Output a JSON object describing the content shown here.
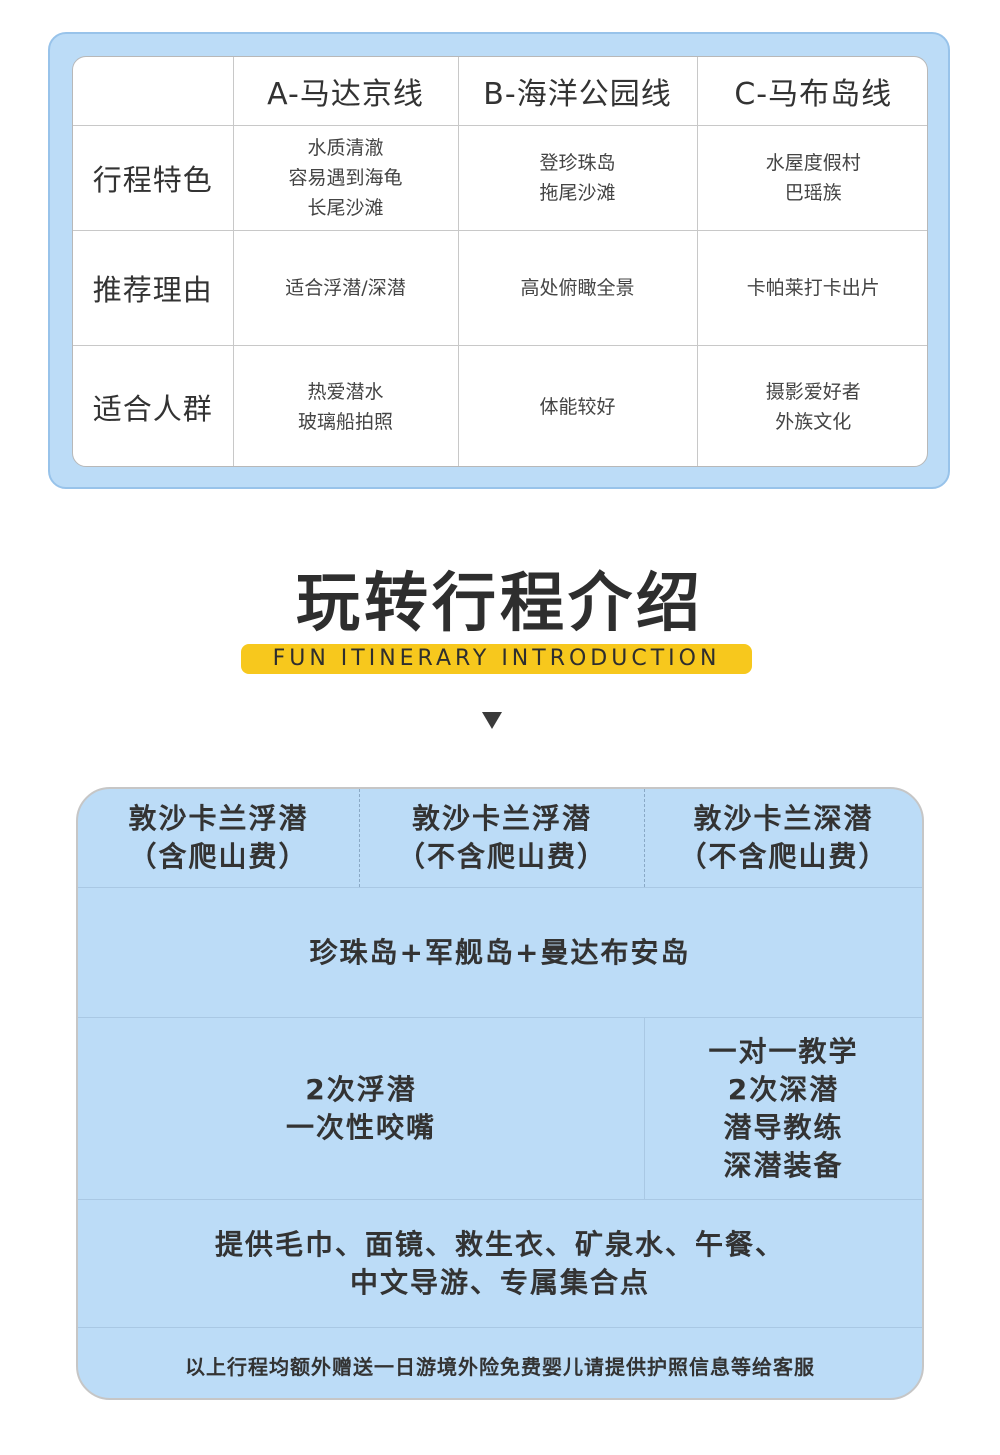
{
  "comparison": {
    "columns": [
      "",
      "A-马达京线",
      "B-海洋公园线",
      "C-马布岛线"
    ],
    "rows": [
      {
        "label": "行程特色",
        "cells": [
          [
            "水质清澈",
            "容易遇到海龟",
            "长尾沙滩"
          ],
          [
            "登珍珠岛",
            "拖尾沙滩"
          ],
          [
            "水屋度假村",
            "巴瑶族"
          ]
        ]
      },
      {
        "label": "推荐理由",
        "cells": [
          [
            "适合浮潜/深潜"
          ],
          [
            "高处俯瞰全景"
          ],
          [
            "卡帕莱打卡出片"
          ]
        ]
      },
      {
        "label": "适合人群",
        "cells": [
          [
            "热爱潜水",
            "玻璃船拍照"
          ],
          [
            "体能较好"
          ],
          [
            "摄影爱好者",
            "外族文化"
          ]
        ]
      }
    ]
  },
  "section": {
    "title": "玩转行程介绍",
    "subtitle": "FUN ITINERARY INTRODUCTION"
  },
  "itinerary": {
    "packages": [
      {
        "name": "敦沙卡兰浮潜",
        "note": "（含爬山费）"
      },
      {
        "name": "敦沙卡兰浮潜",
        "note": "（不含爬山费）"
      },
      {
        "name": "敦沙卡兰深潜",
        "note": "（不含爬山费）"
      }
    ],
    "islands": "珍珠岛+军舰岛+曼达布安岛",
    "snorkel_items": [
      "2次浮潜",
      "一次性咬嘴"
    ],
    "dive_items": [
      "一对一教学",
      "2次深潜",
      "潜导教练",
      "深潜装备"
    ],
    "includes_lines": [
      "提供毛巾、面镜、救生衣、矿泉水、午餐、",
      "中文导游、专属集合点"
    ],
    "footnote": "以上行程均额外赠送一日游境外险免费婴儿请提供护照信息等给客服"
  }
}
